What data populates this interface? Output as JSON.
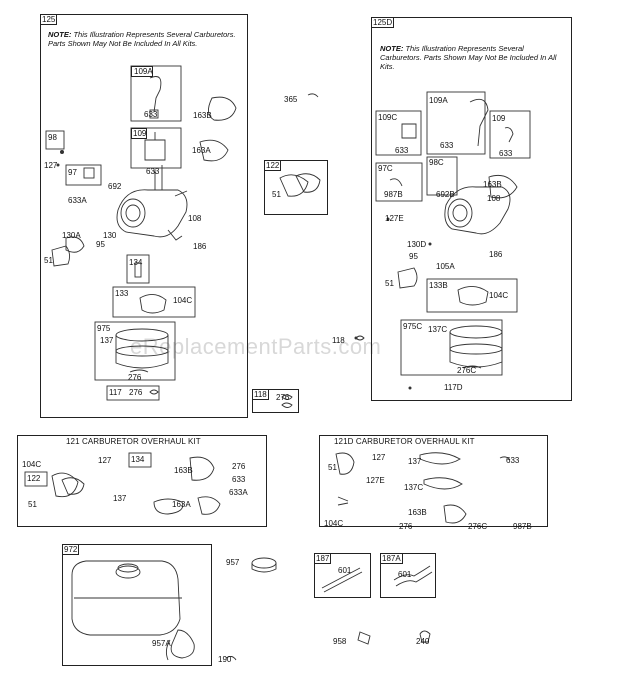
{
  "watermark": "eReplacementParts.com",
  "panel125": {
    "id": "125",
    "note_bold": "NOTE:",
    "note_text": "This Illustration Represents Several Carburetors. Parts Shown May Not Be Included In All Kits.",
    "labels": [
      "109A",
      "633",
      "163B",
      "109",
      "163A",
      "633",
      "98",
      "127",
      "97",
      "692",
      "633A",
      "108",
      "130A",
      "130",
      "95",
      "186",
      "51",
      "134",
      "133",
      "104C",
      "975",
      "137",
      "276",
      "117",
      "276"
    ]
  },
  "panel125D": {
    "id": "125D",
    "note_bold": "NOTE:",
    "note_text": "This Illustration Represents Several Carburetors. Parts Shown May Not Be Included In All Kits.",
    "labels": [
      "109A",
      "109C",
      "109",
      "633",
      "633",
      "633",
      "97C",
      "98C",
      "987B",
      "692B",
      "163B",
      "108",
      "127E",
      "130D",
      "95",
      "105A",
      "186",
      "51",
      "133B",
      "104C",
      "975C",
      "137C",
      "276C",
      "117D"
    ]
  },
  "mid": {
    "l365": "365",
    "l122": "122",
    "l51": "51",
    "l118a": "118",
    "l118b": "118",
    "l276": "276"
  },
  "kit121": {
    "title": "121 CARBURETOR OVERHAUL KIT",
    "labels": [
      "104C",
      "127",
      "134",
      "163B",
      "276",
      "633",
      "633A",
      "122",
      "51",
      "137",
      "163A"
    ]
  },
  "kit121D": {
    "title": "121D CARBURETOR OVERHAUL KIT",
    "labels": [
      "51",
      "127",
      "137",
      "633",
      "127E",
      "137C",
      "104C",
      "163B",
      "276",
      "276C",
      "987B"
    ]
  },
  "bottom": {
    "l972": "972",
    "l957": "957",
    "l957A": "957A",
    "l190": "190",
    "l187": "187",
    "l601a": "601",
    "l187A": "187A",
    "l601b": "601",
    "l958": "958",
    "l240": "240"
  }
}
